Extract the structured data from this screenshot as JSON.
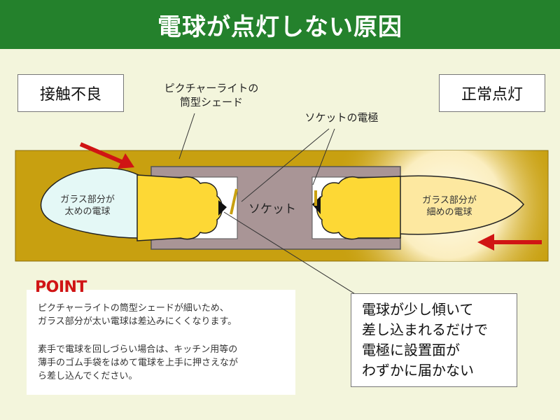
{
  "title": "電球が点灯しない原因",
  "labels": {
    "left_status": "接触不良",
    "right_status": "正常点灯",
    "shade_line1": "ピクチャーライトの",
    "shade_line2": "筒型シェード",
    "electrode": "ソケットの電極",
    "socket": "ソケット",
    "bulb_left_line1": "ガラス部分が",
    "bulb_left_line2": "太めの電球",
    "bulb_right_line1": "ガラス部分が",
    "bulb_right_line2": "細めの電球"
  },
  "point": {
    "heading": "POINT",
    "para1_line1": "ピクチャーライトの筒型シェードが細いため、",
    "para1_line2": "ガラス部分が太い電球は差込みにくくなります。",
    "para2_line1": "素手で電球を回しづらい場合は、キッチン用等の",
    "para2_line2": "薄手のゴム手袋をはめて電球を上手に押さえなが",
    "para2_line3": "ら差し込んでください。"
  },
  "callout": {
    "line1": "電球が少し傾いて",
    "line2": "差し込まれるだけで",
    "line3": "電極に設置面が",
    "line4": "わずかに届かない"
  },
  "colors": {
    "header": "#24812c",
    "shade": "#c8a010",
    "socket": "#a99596",
    "bulb_base": "#fdd835",
    "arrow": "#d01414"
  }
}
